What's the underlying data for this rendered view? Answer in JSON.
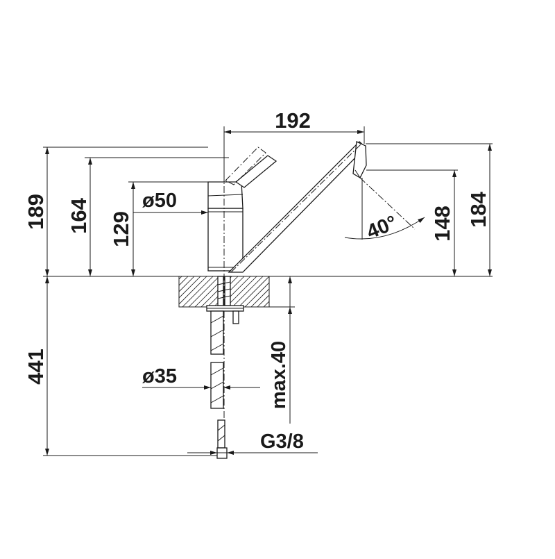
{
  "colors": {
    "line": "#1a1a1a",
    "background": "#ffffff"
  },
  "dimensions": {
    "spout_reach": "192",
    "total_height": "189",
    "lever_height": "164",
    "body_height": "129",
    "body_diameter": "ø50",
    "outlet_height": "148",
    "spout_top_height": "184",
    "swivel_angle": "40°",
    "hose_length": "441",
    "hole_diameter": "ø35",
    "max_countertop": "max.40",
    "connection_thread": "G3/8"
  }
}
